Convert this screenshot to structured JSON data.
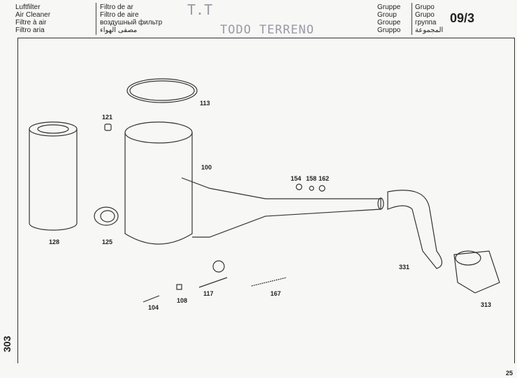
{
  "header": {
    "title_left": [
      "Luftfilter",
      "Air Cleaner",
      "Filtre à air",
      "Filtro aria"
    ],
    "title_right": [
      "Filtro de ar",
      "Filtro de aire",
      "воздушный фильтр",
      "مصفى الهواء"
    ],
    "stamp_initials": "T.T",
    "stamp_text": "TODO TERRENO",
    "group_left": [
      "Gruppe",
      "Group",
      "Groupe",
      "Gruppo"
    ],
    "group_right": [
      "Grupo",
      "Grupo",
      "группа",
      "المجموعة"
    ],
    "group_number": "09/3"
  },
  "parts": {
    "p113": "113",
    "p121": "121",
    "p100": "100",
    "p154": "154",
    "p158": "158",
    "p162": "162",
    "p128": "128",
    "p125": "125",
    "p331": "331",
    "p313": "313",
    "p104": "104",
    "p108": "108",
    "p117": "117",
    "p167": "167"
  },
  "footer": {
    "side_number": "303",
    "page_number": "25"
  }
}
